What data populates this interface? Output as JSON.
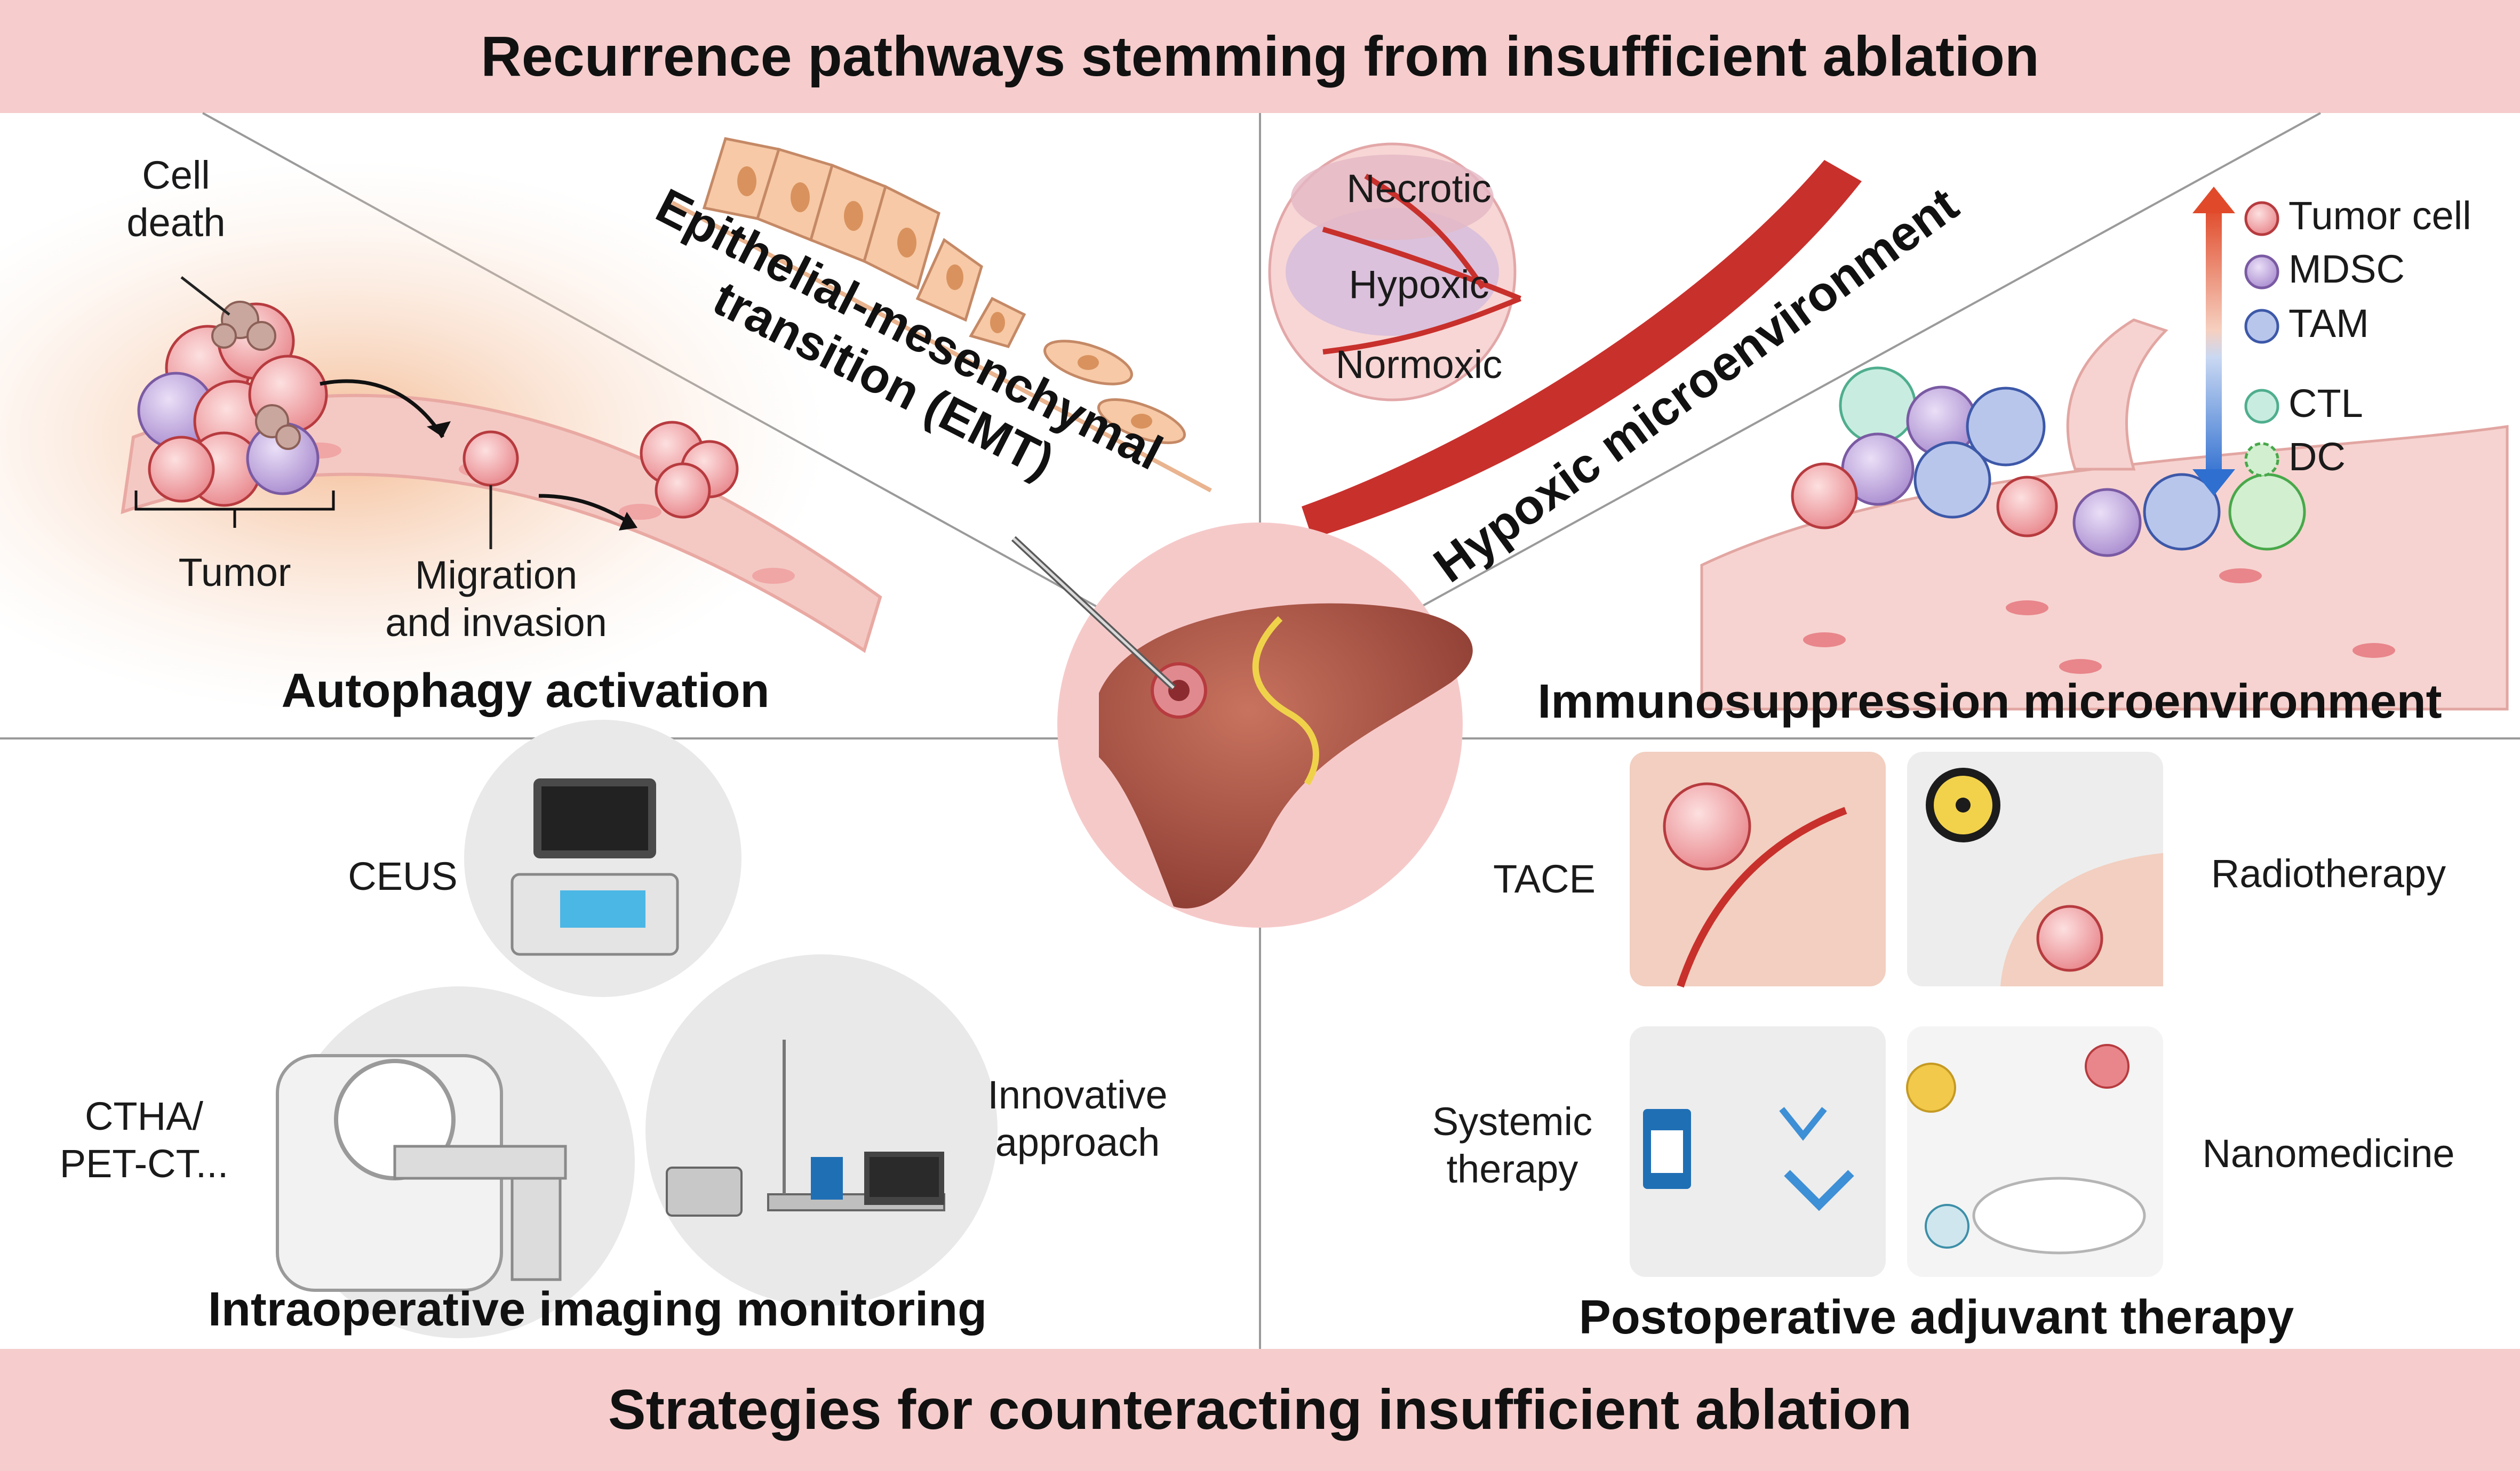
{
  "header": {
    "title": "Recurrence pathways stemming from insufficient ablation"
  },
  "footer": {
    "title": "Strategies for counteracting insufficient ablation"
  },
  "quadrants": {
    "autophagy": {
      "heading": "Autophagy activation",
      "cell_death": "Cell\ndeath",
      "tumor": "Tumor",
      "migration": "Migration\nand invasion"
    },
    "emt": {
      "heading": "Epithelial-mesenchymal\ntransition (EMT)"
    },
    "hypoxic": {
      "heading": "Hypoxic microenvironment",
      "zones": [
        "Necrotic",
        "Hypoxic",
        "Normoxic"
      ]
    },
    "immuno": {
      "heading": "Immunosuppression microenvironment",
      "legend": [
        "Tumor cell",
        "MDSC",
        "TAM",
        "CTL",
        "DC"
      ]
    },
    "imaging": {
      "heading": "Intraoperative imaging monitoring",
      "ceus": "CEUS",
      "ctha": "CTHA/\nPET-CT...",
      "innovative": "Innovative\napproach"
    },
    "adjuvant": {
      "heading": "Postoperative adjuvant therapy",
      "tace": "TACE",
      "radiotherapy": "Radiotherapy",
      "systemic": "Systemic\ntherapy",
      "nanomedicine": "Nanomedicine"
    }
  },
  "colors": {
    "banner": "#f6cccc",
    "tumor": "#e8868b",
    "mdsc": "#a98ccf",
    "tam": "#6f86c9",
    "ctl": "#8fd3b8",
    "dc": "#a6dba0",
    "liver": "#b5584a",
    "vessel": "#c8302c"
  }
}
